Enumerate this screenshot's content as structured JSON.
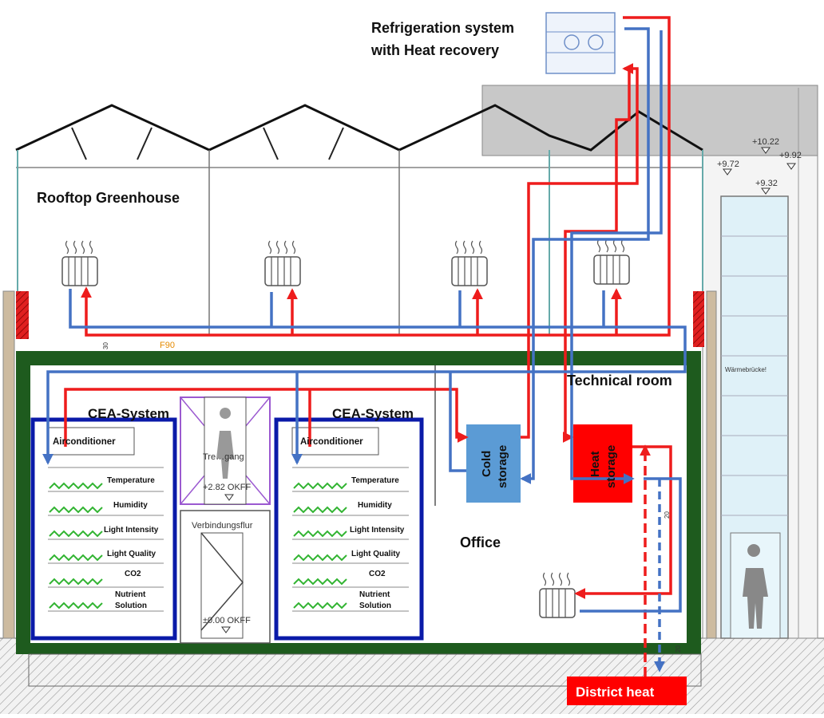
{
  "labels": {
    "refrigeration_line1": "Refrigeration system",
    "refrigeration_line2": "with Heat recovery",
    "rooftop_greenhouse": "Rooftop Greenhouse",
    "technical_room": "Technical room",
    "cea_system_left": "CEA-System",
    "cea_system_right": "CEA-System",
    "office": "Office",
    "district_heat": "District heat",
    "cold_storage_line1": "Cold",
    "cold_storage_line2": "storage",
    "heat_storage_line1": "Heat",
    "heat_storage_line2": "storage",
    "air_conditioner_left": "Airconditioner",
    "air_conditioner_right": "Airconditioner",
    "stair_label": "Tre…gang",
    "verbindungsflur": "Verbindungsflur",
    "level_upper": "+2.82 OKFF",
    "level_ground": "±0.00 OKFF",
    "f90": "F90",
    "waermebruecke": "Wärmebrücke!"
  },
  "elevations": [
    "+10.22",
    "+9.92",
    "+9.72",
    "+9.32"
  ],
  "cea_parameters": [
    "Temperature",
    "Humidity",
    "Light Intensity",
    "Light Quality",
    "CO2",
    "Nutrient",
    "Solution"
  ],
  "small_marks": [
    "30",
    "20",
    "20"
  ],
  "colors": {
    "hot_pipe": "#ee1c1c",
    "cold_pipe": "#4472c4",
    "structure_green": "#1e5b1e",
    "cea_frame": "#0a1aa8",
    "cold_storage": "#5b9bd5",
    "heat_storage": "#ff0000",
    "roof_grey": "#c8c8c8",
    "radiator": "#666666"
  }
}
